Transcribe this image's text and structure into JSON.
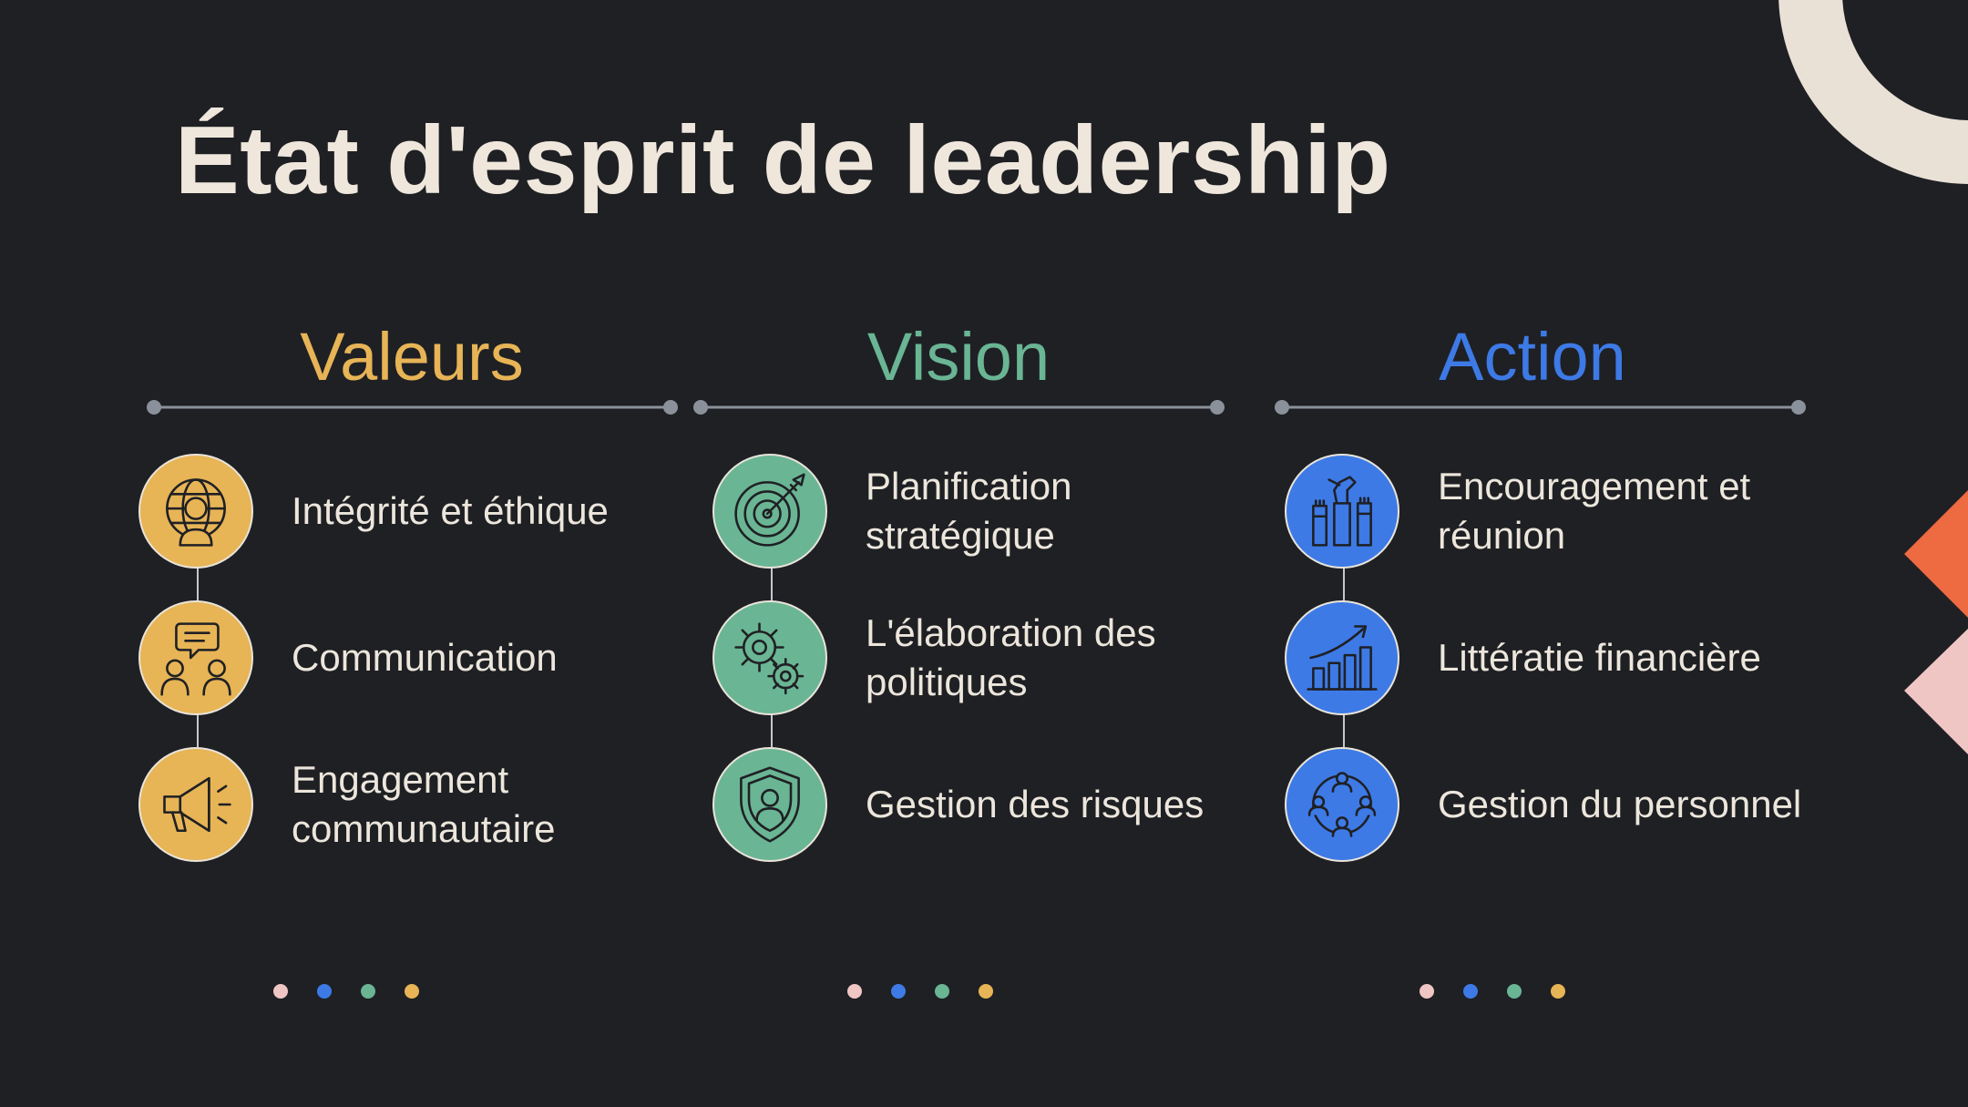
{
  "title": "État d'esprit de leadership",
  "colors": {
    "background": "#1f2024",
    "cream": "#efe7dc",
    "valeurs": "#e7b456",
    "vision": "#6ab594",
    "action": "#3d7ae6",
    "orange": "#ee6a40",
    "pink": "#f0c6c4",
    "line": "#8b919b"
  },
  "columns": [
    {
      "heading": "Valeurs",
      "color": "#e7b456",
      "items": [
        {
          "label": "Intégrité et éthique",
          "icon": "globe-person-icon"
        },
        {
          "label": "Communication",
          "icon": "people-chat-icon"
        },
        {
          "label": "Engagement communautaire",
          "icon": "megaphone-icon"
        }
      ]
    },
    {
      "heading": "Vision",
      "color": "#6ab594",
      "items": [
        {
          "label": "Planification stratégique",
          "icon": "target-arrow-icon"
        },
        {
          "label": "L'élaboration des politiques",
          "icon": "gears-icon"
        },
        {
          "label": "Gestion des risques",
          "icon": "shield-person-icon"
        }
      ]
    },
    {
      "heading": "Action",
      "color": "#3d7ae6",
      "items": [
        {
          "label": "Encouragement et réunion",
          "icon": "raised-fists-icon"
        },
        {
          "label": "Littératie financière",
          "icon": "growth-chart-icon"
        },
        {
          "label": "Gestion du personnel",
          "icon": "team-network-icon"
        }
      ]
    }
  ],
  "dot_colors": [
    "#f0c6c4",
    "#3d7ae6",
    "#6ab594",
    "#e7b456"
  ]
}
